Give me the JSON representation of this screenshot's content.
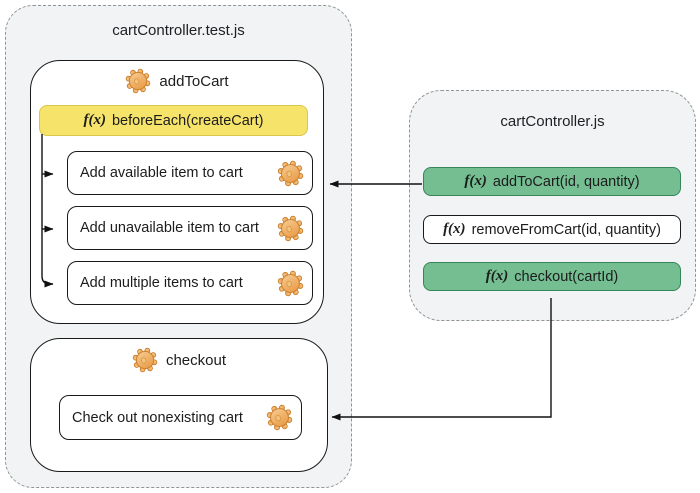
{
  "colors": {
    "canvas_bg": "#ffffff",
    "panel_bg": "#f1f3f4",
    "panel_dash_border": "#8f9496",
    "node_border": "#1a1a1a",
    "hook_fill": "#f5e36a",
    "hook_border": "#d9c64e",
    "function_fill": "#74be92",
    "function_border": "#37855b",
    "arrow": "#111111",
    "text": "#1c1c1c",
    "gear_gradient_light": "#f7ce96",
    "gear_gradient_dark": "#e8953e",
    "gear_outline": "#c97e2b"
  },
  "test_file_panel": {
    "title": "cartController.test.js",
    "suites": [
      {
        "name": "addToCart",
        "hook": {
          "fn_label": "f(x)",
          "label": "beforeEach(createCart)"
        },
        "tests": [
          "Add available item to cart",
          "Add unavailable item to cart",
          "Add multiple items to cart"
        ]
      },
      {
        "name": "checkout",
        "tests": [
          "Check out nonexisting cart"
        ]
      }
    ]
  },
  "source_file_panel": {
    "title": "cartController.js",
    "functions": [
      {
        "fn_label": "f(x)",
        "label": "addToCart(id, quantity)",
        "highlighted": true
      },
      {
        "fn_label": "f(x)",
        "label": "removeFromCart(id, quantity)",
        "highlighted": false
      },
      {
        "fn_label": "f(x)",
        "label": "checkout(cartId)",
        "highlighted": true
      }
    ]
  },
  "icons": {
    "suite_icon": "gear-icon",
    "test_icon": "gear-icon"
  }
}
